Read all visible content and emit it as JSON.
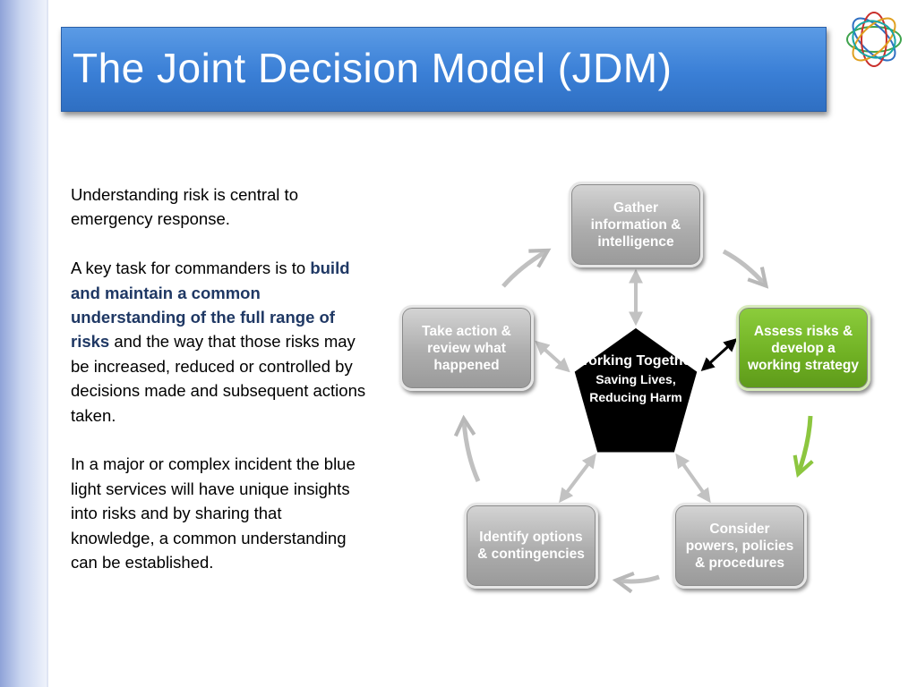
{
  "slide": {
    "title": "The Joint Decision Model (JDM)"
  },
  "body": {
    "p1": "Understanding risk is central to emergency response.",
    "p2_lead": "A key task for commanders is to ",
    "p2_emph": "build and maintain a common understanding of the full range of risks",
    "p2_tail": " and the way that those risks may be increased, reduced or controlled by decisions made and subsequent actions taken.",
    "p3": "In a major or complex incident the blue light services will have unique insights into risks and by sharing that knowledge, a common understanding can be established."
  },
  "diagram": {
    "center": {
      "line1": "Working Together",
      "line2": "Saving Lives, Reducing Harm"
    },
    "steps": {
      "gather": "Gather information & intelligence",
      "assess": "Assess risks & develop a working strategy",
      "consider": "Consider powers, policies & procedures",
      "identify": "Identify options & contingencies",
      "action": "Take action & review what happened"
    }
  },
  "colors": {
    "title_bar": "#3a7fd6",
    "box_gray": "#adadad",
    "box_green": "#6fb023",
    "emphasis_text": "#1f3864",
    "center_fill": "#000000"
  },
  "icons": {
    "logo": "interlocking-rings-logo"
  }
}
